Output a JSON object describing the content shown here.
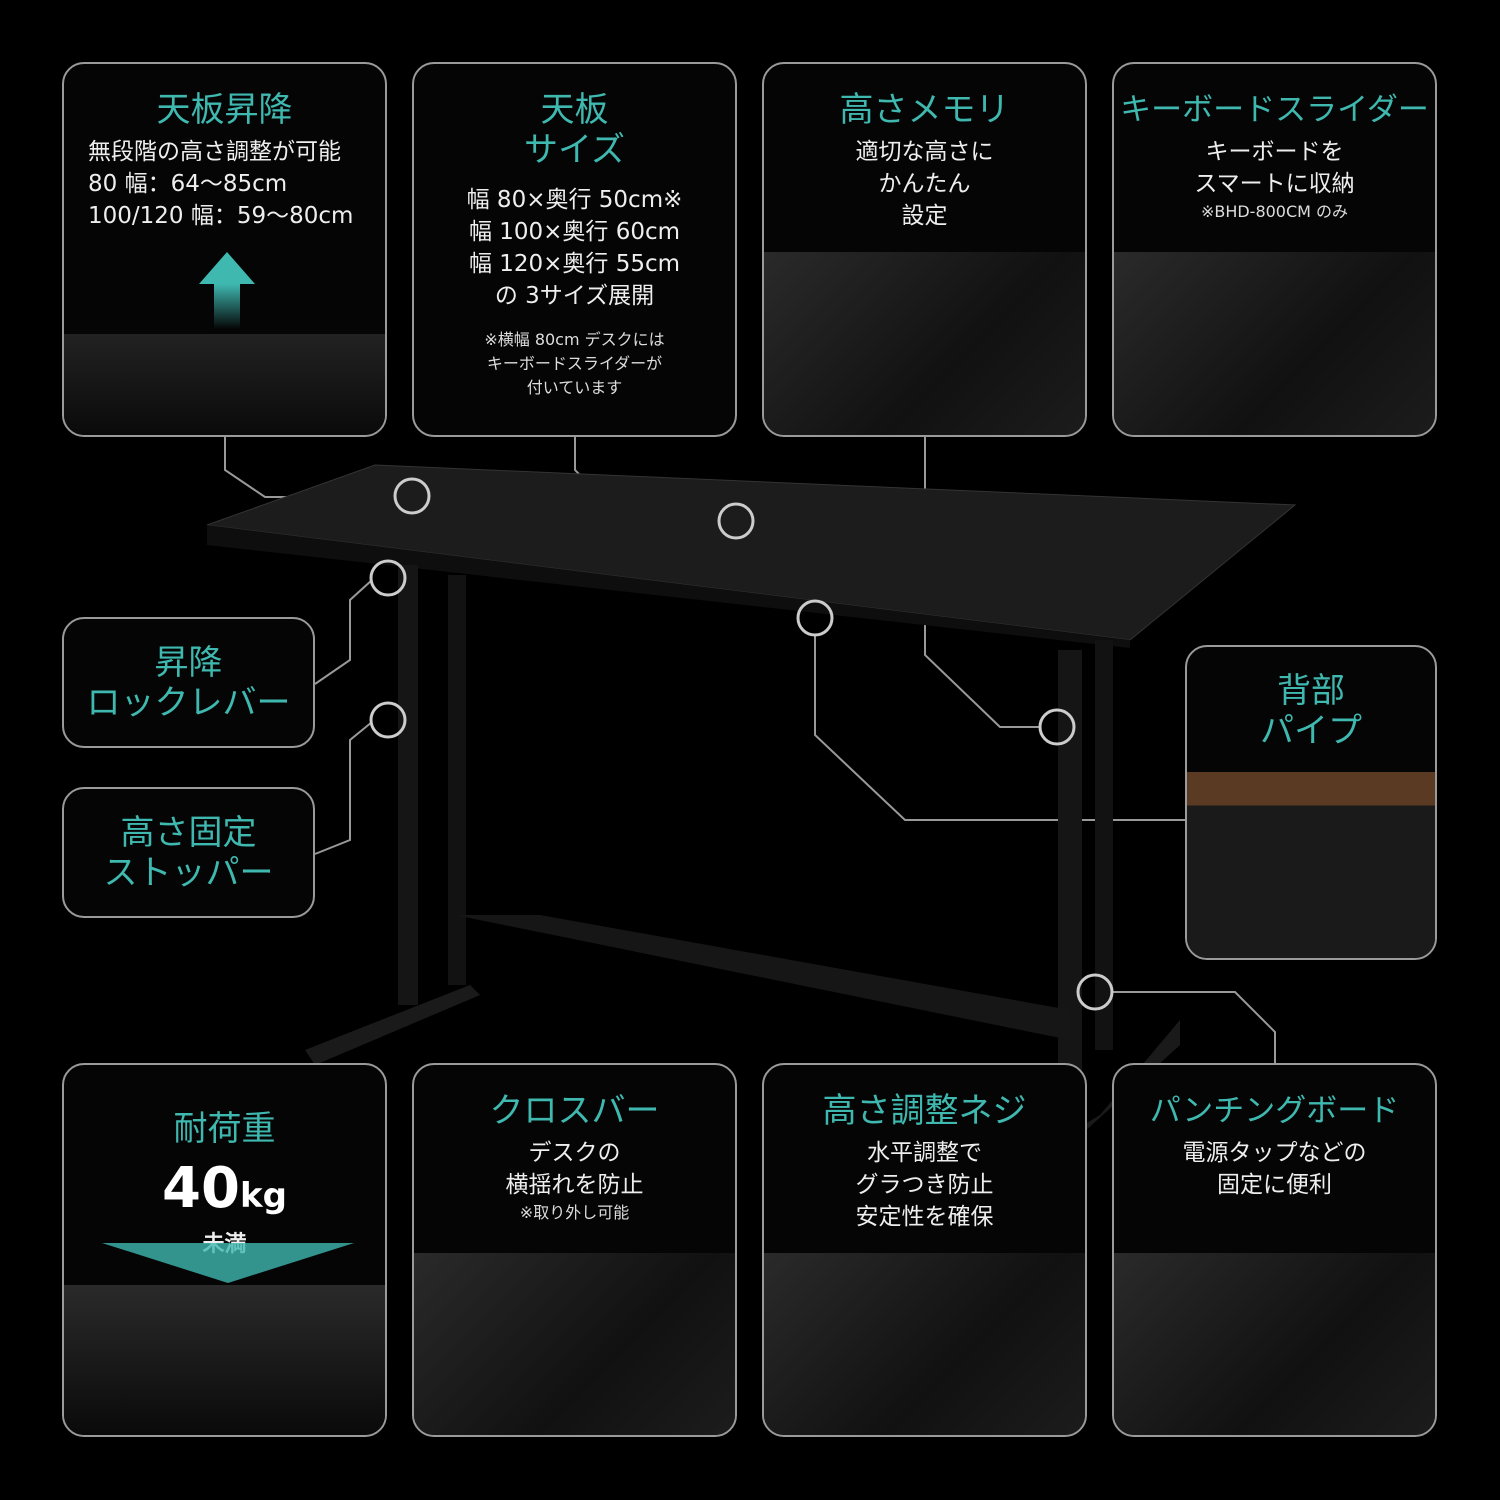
{
  "accent_color": "#3fb8b0",
  "cards": {
    "tabletop_lift": {
      "title": "天板昇降",
      "body": "無段階の高さ調整が可能\n80 幅：64～85cm\n100/120 幅：59～80cm"
    },
    "tabletop_size": {
      "title": "天板\nサイズ",
      "body": "幅 80×奥行 50cm※\n幅 100×奥行 60cm\n幅 120×奥行 55cm\nの 3サイズ展開",
      "note": "※横幅 80cm デスクには\nキーボードスライダーが\n付いています"
    },
    "height_scale": {
      "title": "高さメモリ",
      "body": "適切な高さに\nかんたん\n設定"
    },
    "keyboard_slider": {
      "title": "キーボードスライダー",
      "body": "キーボードを\nスマートに収納",
      "note": "※BHD-800CM のみ"
    },
    "lock_lever": {
      "title": "昇降\nロックレバー"
    },
    "height_stopper": {
      "title": "高さ固定\nストッパー"
    },
    "back_pipe": {
      "title": "背部\nパイプ"
    },
    "load_capacity": {
      "title": "耐荷重",
      "value": "40",
      "unit": "kg",
      "qualifier": "未満"
    },
    "crossbar": {
      "title": "クロスバー",
      "body": "デスクの\n横揺れを防止",
      "note": "※取り外し可能"
    },
    "adjuster": {
      "title": "高さ調整ネジ",
      "body": "水平調整で\nグラつき防止\n安定性を確保"
    },
    "punching_board": {
      "title": "パンチングボード",
      "body": "電源タップなどの\n固定に便利"
    }
  }
}
